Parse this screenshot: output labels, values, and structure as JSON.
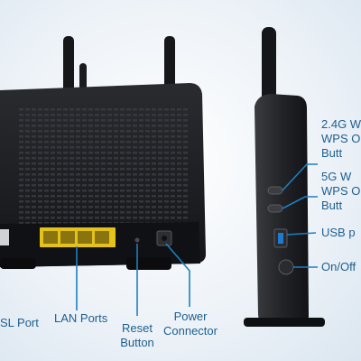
{
  "labels": {
    "dsl_port": "SL Port",
    "lan_ports": "LAN Ports",
    "reset_button": [
      "Reset",
      "Button"
    ],
    "power_connector": [
      "Power",
      "Connector"
    ],
    "wps_24g": [
      "2.4G W",
      "WPS O",
      "Butt"
    ],
    "wps_5g": [
      "5G W",
      "WPS O",
      "Butt"
    ],
    "usb_port": "USB p",
    "onoff": "On/Off"
  },
  "colors": {
    "callout_text": "#1e5f8f",
    "callout_line": "#1f7fc0",
    "router_body": "#1b1c1f",
    "lan_port": "#e4c21a"
  }
}
